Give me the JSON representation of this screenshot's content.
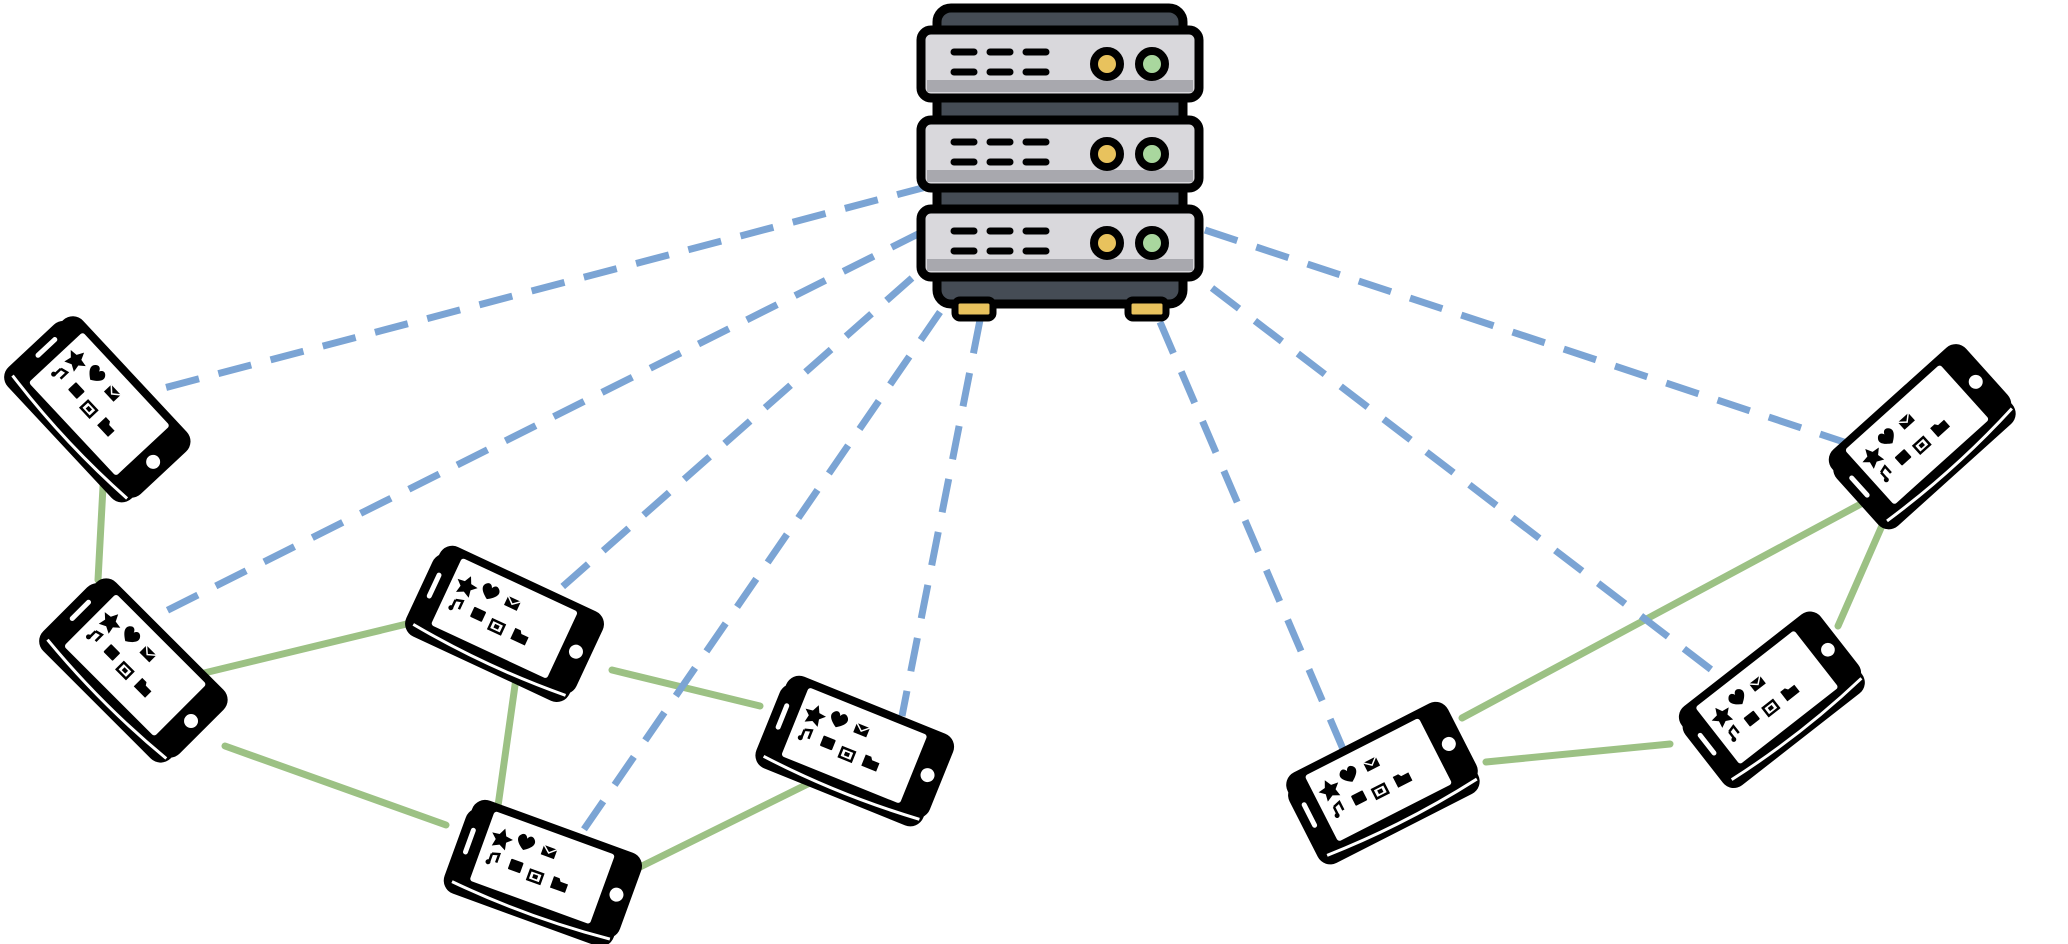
{
  "colors": {
    "background": "#ffffff",
    "server_link": "#7ba4d4",
    "peer_link": "#9cc184",
    "outline": "#000000",
    "server_body": "#454c55",
    "server_unit": "#d9d8dc",
    "server_shadow": "#a8a8ae",
    "led_yellow": "#e8c25d",
    "led_green": "#a9d79e",
    "feet": "#e8c25d",
    "phone_screen": "#ffffff"
  },
  "server": {
    "icon": "server-rack-icon",
    "units": 3
  },
  "phones": [
    {
      "id": "phone-1",
      "icon": "smartphone-icon"
    },
    {
      "id": "phone-2",
      "icon": "smartphone-icon"
    },
    {
      "id": "phone-3",
      "icon": "smartphone-icon"
    },
    {
      "id": "phone-4",
      "icon": "smartphone-icon"
    },
    {
      "id": "phone-5",
      "icon": "smartphone-icon"
    },
    {
      "id": "phone-6",
      "icon": "smartphone-icon"
    },
    {
      "id": "phone-7",
      "icon": "smartphone-icon"
    },
    {
      "id": "phone-8",
      "icon": "smartphone-icon"
    }
  ],
  "server_links": [
    "phone-1",
    "phone-2",
    "phone-3",
    "phone-4",
    "phone-5",
    "phone-6",
    "phone-7",
    "phone-8"
  ],
  "peer_links": [
    [
      "phone-1",
      "phone-2"
    ],
    [
      "phone-2",
      "phone-3"
    ],
    [
      "phone-2",
      "phone-4"
    ],
    [
      "phone-3",
      "phone-4"
    ],
    [
      "phone-3",
      "phone-5"
    ],
    [
      "phone-4",
      "phone-5"
    ],
    [
      "phone-6",
      "phone-8"
    ],
    [
      "phone-6",
      "phone-7"
    ],
    [
      "phone-7",
      "phone-8"
    ]
  ]
}
